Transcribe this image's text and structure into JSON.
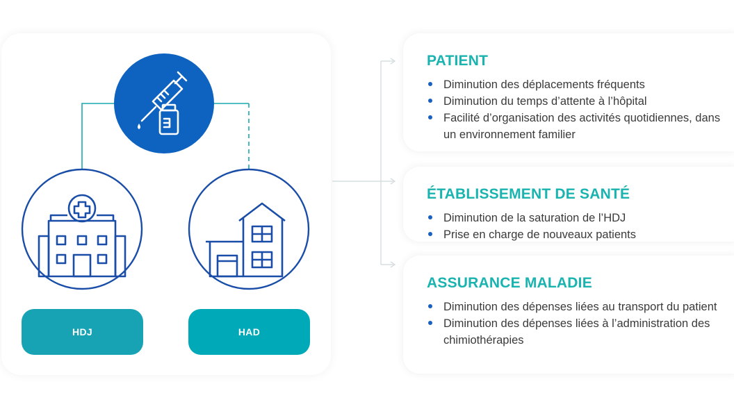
{
  "colors": {
    "teal": "#17a3b4",
    "blue": "#0f63c0",
    "navy": "#1a4da8",
    "title": "#19b3b0"
  },
  "icons": {
    "center": "syringe-vial-icon",
    "left": "hospital-icon",
    "right": "house-icon"
  },
  "left": {
    "hdj_label": "HDJ",
    "had_label": "HAD"
  },
  "sections": {
    "patient": {
      "title": "PATIENT",
      "items": [
        "Diminution des déplacements fréquents",
        "Diminution du temps d’attente à l’hôpital",
        "Facilité d’organisation des activités quotidiennes, dans un environnement familier"
      ]
    },
    "etablissement": {
      "title": "ÉTABLISSEMENT DE SANTÉ",
      "items": [
        "Diminution de la saturation de l’HDJ",
        "Prise en charge de nouveaux patients"
      ]
    },
    "assurance": {
      "title": "ASSURANCE MALADIE",
      "items": [
        "Diminution des dépenses liées au transport du patient",
        "Diminution des dépenses liées à l’administration des chimiothérapies"
      ]
    }
  }
}
